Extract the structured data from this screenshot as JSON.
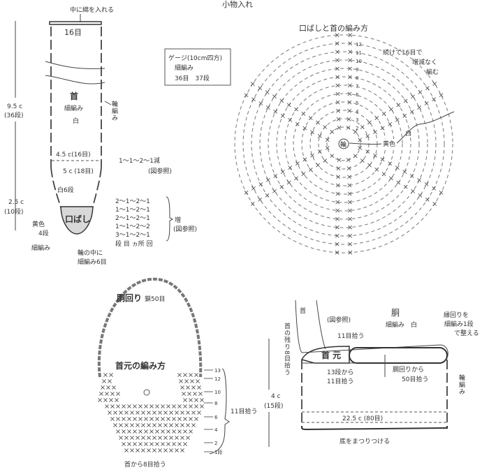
{
  "title": "小物入れ",
  "neck_piece": {
    "top_note": "中に綿を入れる",
    "top_stitches": "16目",
    "height_upper": "9.5 c",
    "rows_upper": "(36段)",
    "name": "首",
    "stitch": "細編み",
    "color": "白",
    "round_label": "輪編み",
    "width_upper": "4.5 c(16目)",
    "width_lower": "5 c (18目)",
    "decrease": "1～1～2～1減",
    "decrease_ref": "(図参照)",
    "white_rows": "白6段",
    "height_lower": "2.5 c",
    "rows_lower": "(10段)",
    "beak": "口ばし",
    "yellow": "黄色",
    "yellow_rows": "4段",
    "beak_stitch": "細編み",
    "ring_note_1": "輪の中に",
    "ring_note_2": "細編み6目",
    "increase_rows": [
      "2～1～2～1",
      "1～1～2～1",
      "2～1～2～1",
      "1～1～2～2",
      "3～1～2～1"
    ],
    "increase_header": "段 目 ヵ所 回",
    "increase_label": "増",
    "increase_ref": "(図参照)"
  },
  "gauge": {
    "title": "ゲージ(10cm四方)",
    "stitch": "細編み",
    "values": "36目　37段"
  },
  "beak_neck_chart": {
    "title": "口ばしと首の編み方",
    "note": [
      "続けて16目で",
      "増減なく",
      "編む"
    ],
    "row_numbers": [
      "2",
      "3",
      "4",
      "5",
      "6",
      "7",
      "8",
      "9",
      "10",
      "11",
      "12"
    ],
    "center": "輪",
    "yellow": "黄色",
    "white": "白"
  },
  "neck_base_chart": {
    "chain": "胴回り",
    "chain_count": "鎖50目",
    "title": "首元の編み方",
    "row_numbers": [
      "13",
      "12",
      "10",
      "8",
      "6",
      "4",
      "2",
      "1段"
    ],
    "pick": "11目拾う",
    "bottom": "首から8目拾う"
  },
  "body_piece": {
    "neck": "首",
    "ref": "(図参照)",
    "name": "胴",
    "stitch": "細編み　白",
    "edge_note": [
      "縁回りを",
      "細編み1段",
      "で整える"
    ],
    "pick_11": "11目拾う",
    "neck_rest": "首の残り8目拾う",
    "neck_base": "首 元",
    "from_13": [
      "13段から",
      "11目拾う"
    ],
    "from_body": [
      "胴回りから",
      "50目拾う"
    ],
    "round_label": "輪編み",
    "height": "4 c",
    "rows": "(15段)",
    "circumference": "22.5 c (80目)",
    "bottom": "底をまつりつける"
  }
}
